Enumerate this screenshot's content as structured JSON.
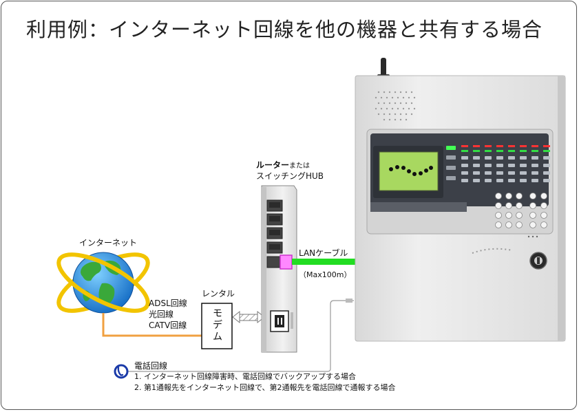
{
  "title": "利用例：インターネット回線を他の機器と共有する場合",
  "labels": {
    "internet": "インターネット",
    "lines": [
      "ADSL回線",
      "光回線",
      "CATV回線"
    ],
    "rental": "レンタル",
    "modem": "モデム",
    "router_bold": "ルーター",
    "router_or": "または",
    "switching_hub": "スイッチングHUB",
    "lan_cable": "LANケーブル",
    "max_length": "（Max100m）",
    "phone_line": "電話回線",
    "notes": [
      "1. インターネット回線障害時、電話回線でバックアップする場合",
      "2. 第1通報先をインターネット回線で、第2通報先を電話回線で通報する場合"
    ]
  },
  "colors": {
    "internet_line": "#f0a040",
    "lan_cable": "#22dd22",
    "lan_port_highlight": "#ff88ff",
    "phone_line": "#888888",
    "phone_icon": "#1a3aa8",
    "device_body": "#e6e6e6",
    "lcd": "#a8d860"
  }
}
